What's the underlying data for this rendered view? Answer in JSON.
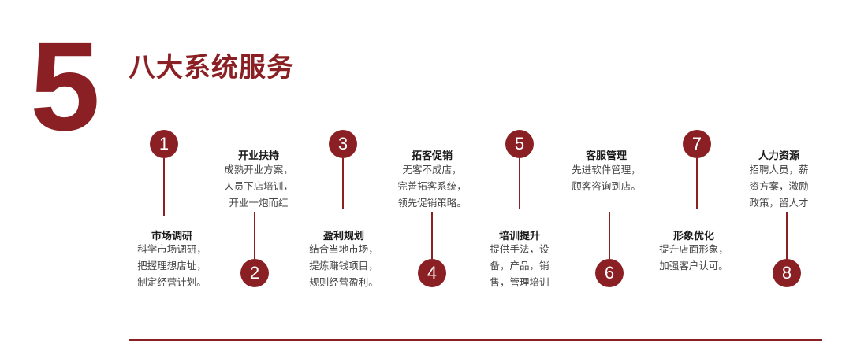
{
  "section_number": "5",
  "title": "八大系统服务",
  "accent_color": "#8b2024",
  "services": [
    {
      "num": "1",
      "title": "市场调研",
      "lines": [
        "科学市场调研，",
        "把握理想店址，",
        "制定经营计划。"
      ]
    },
    {
      "num": "2",
      "title": "开业扶持",
      "lines": [
        "成熟开业方案，",
        "人员下店培训，",
        "开业一炮而红"
      ]
    },
    {
      "num": "3",
      "title": "盈利规划",
      "lines": [
        "结合当地市场，",
        "提炼赚钱项目，",
        "规则经营盈利。"
      ]
    },
    {
      "num": "4",
      "title": "拓客促销",
      "lines": [
        "无客不成店，",
        "完善拓客系统，",
        "领先促销策略。"
      ]
    },
    {
      "num": "5",
      "title": "培训提升",
      "lines": [
        "提供手法，设",
        "备，产品，销",
        "售，管理培训"
      ]
    },
    {
      "num": "6",
      "title": "客服管理",
      "lines": [
        "先进软件管理，",
        "顾客咨询到店。"
      ]
    },
    {
      "num": "7",
      "title": "形象优化",
      "lines": [
        "提升店面形象，",
        "加强客户认可。"
      ]
    },
    {
      "num": "8",
      "title": "人力资源",
      "lines": [
        "招聘人员，薪",
        "资方案，激励",
        "政策，留人才"
      ]
    }
  ]
}
